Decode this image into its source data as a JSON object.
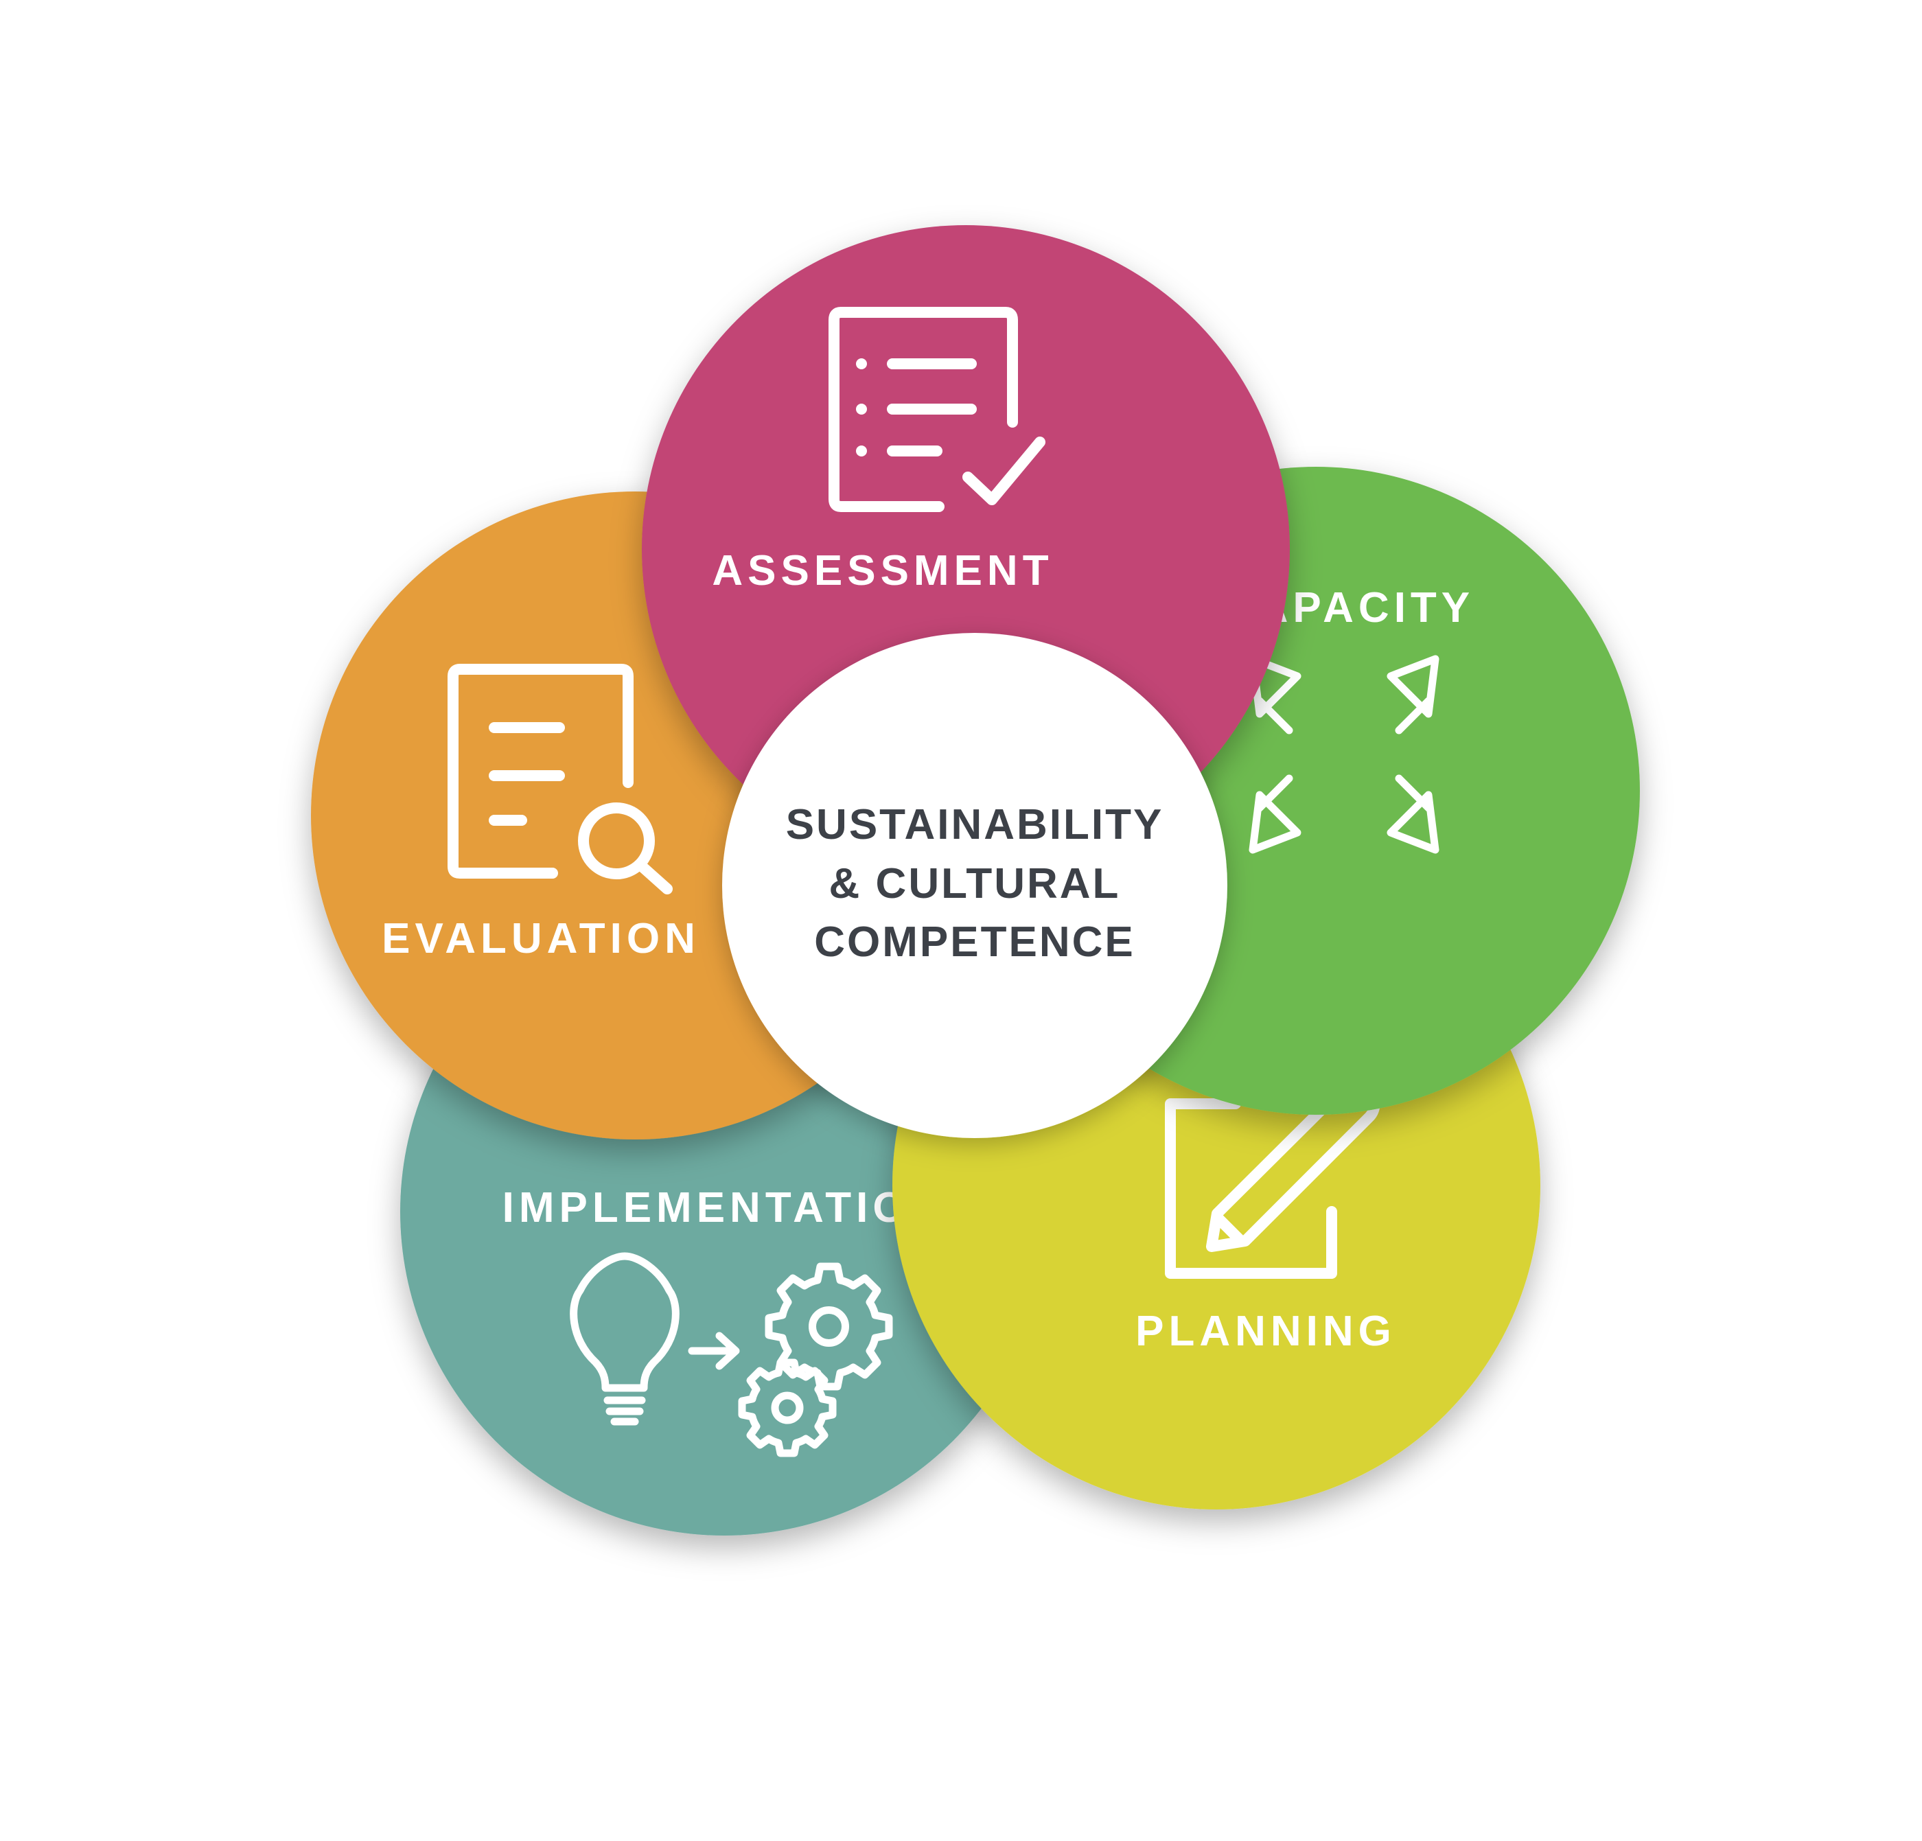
{
  "center": {
    "lines": [
      "SUSTAINABILITY",
      "& CULTURAL",
      "COMPETENCE"
    ],
    "color": "#3d4148",
    "fill": "#ffffff"
  },
  "steps": {
    "assessment": {
      "label": "ASSESSMENT",
      "color": "#c24474",
      "icon": "checklist-icon"
    },
    "capacity": {
      "label": "CAPACITY",
      "color": "#6dba50",
      "icon": "expand-arrows-icon"
    },
    "planning": {
      "label": "PLANNING",
      "color": "#d8d335",
      "icon": "edit-pencil-icon"
    },
    "implementation": {
      "label": "IMPLEMENTATION",
      "color": "#6daaa0",
      "icon": "lightbulb-to-gears-icon"
    },
    "evaluation": {
      "label": "EVALUATION",
      "color": "#e59d3b",
      "icon": "document-search-icon"
    }
  }
}
